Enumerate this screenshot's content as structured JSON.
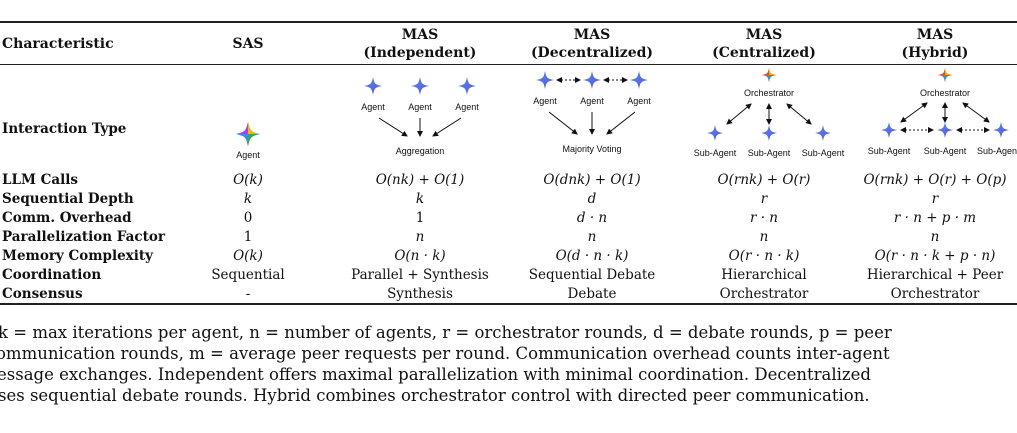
{
  "table": {
    "headers": [
      {
        "key": "characteristic",
        "line1": "Characteristic",
        "line2": ""
      },
      {
        "key": "sas",
        "line1": "SAS",
        "line2": ""
      },
      {
        "key": "independent",
        "line1": "MAS",
        "line2": "(Independent)"
      },
      {
        "key": "decentralized",
        "line1": "MAS",
        "line2": "(Decentralized)"
      },
      {
        "key": "centralized",
        "line1": "MAS",
        "line2": "(Centralized)"
      },
      {
        "key": "hybrid",
        "line1": "MAS",
        "line2": "(Hybrid)"
      }
    ],
    "interaction_label": "Interaction Type",
    "diagrams": {
      "sas": {
        "agent": "Agent"
      },
      "independent": {
        "agents": [
          "Agent",
          "Agent",
          "Agent"
        ],
        "sink": "Aggregation"
      },
      "decentralized": {
        "agents": [
          "Agent",
          "Agent",
          "Agent"
        ],
        "sink": "Majority Voting"
      },
      "centralized": {
        "top": "Orchestrator",
        "subs": [
          "Sub-Agent",
          "Sub-Agent",
          "Sub-Agent"
        ]
      },
      "hybrid": {
        "top": "Orchestrator",
        "subs": [
          "Sub-Agent",
          "Sub-Agent",
          "Sub-Agen"
        ]
      }
    },
    "rows": [
      {
        "label": "LLM Calls",
        "cells": [
          "O(k)",
          "O(nk) + O(1)",
          "O(dnk) + O(1)",
          "O(rnk) + O(r)",
          "O(rnk) + O(r) + O(p)"
        ]
      },
      {
        "label": "Sequential Depth",
        "cells": [
          "k",
          "k",
          "d",
          "r",
          "r"
        ]
      },
      {
        "label": "Comm. Overhead",
        "cells": [
          "0",
          "1",
          "d · n",
          "r · n",
          "r · n + p · m"
        ]
      },
      {
        "label": "Parallelization Factor",
        "cells": [
          "1",
          "n",
          "n",
          "n",
          "n"
        ]
      },
      {
        "label": "Memory Complexity",
        "cells": [
          "O(k)",
          "O(n · k)",
          "O(d · n · k)",
          "O(r · n · k)",
          "O(r · n · k + p · n)"
        ]
      },
      {
        "label": "Coordination",
        "cells": [
          "Sequential",
          "Parallel + Synthesis",
          "Sequential Debate",
          "Hierarchical",
          "Hierarchical + Peer"
        ]
      },
      {
        "label": "Consensus",
        "cells": [
          "-",
          "Synthesis",
          "Debate",
          "Orchestrator",
          "Orchestrator"
        ]
      }
    ]
  },
  "caption": [
    "k = max iterations per agent, n = number of agents, r = orchestrator rounds, d = debate rounds, p = peer",
    "ommunication rounds, m = average peer requests per round. Communication overhead counts inter-agent",
    "essage exchanges. Independent offers maximal parallelization with minimal coordination. Decentralized",
    "ses sequential debate rounds. Hybrid combines orchestrator control with directed peer communication."
  ],
  "colors": {
    "star_blue": "#3d7de8",
    "star_purple": "#7a5ad8",
    "rule": "#222222"
  }
}
